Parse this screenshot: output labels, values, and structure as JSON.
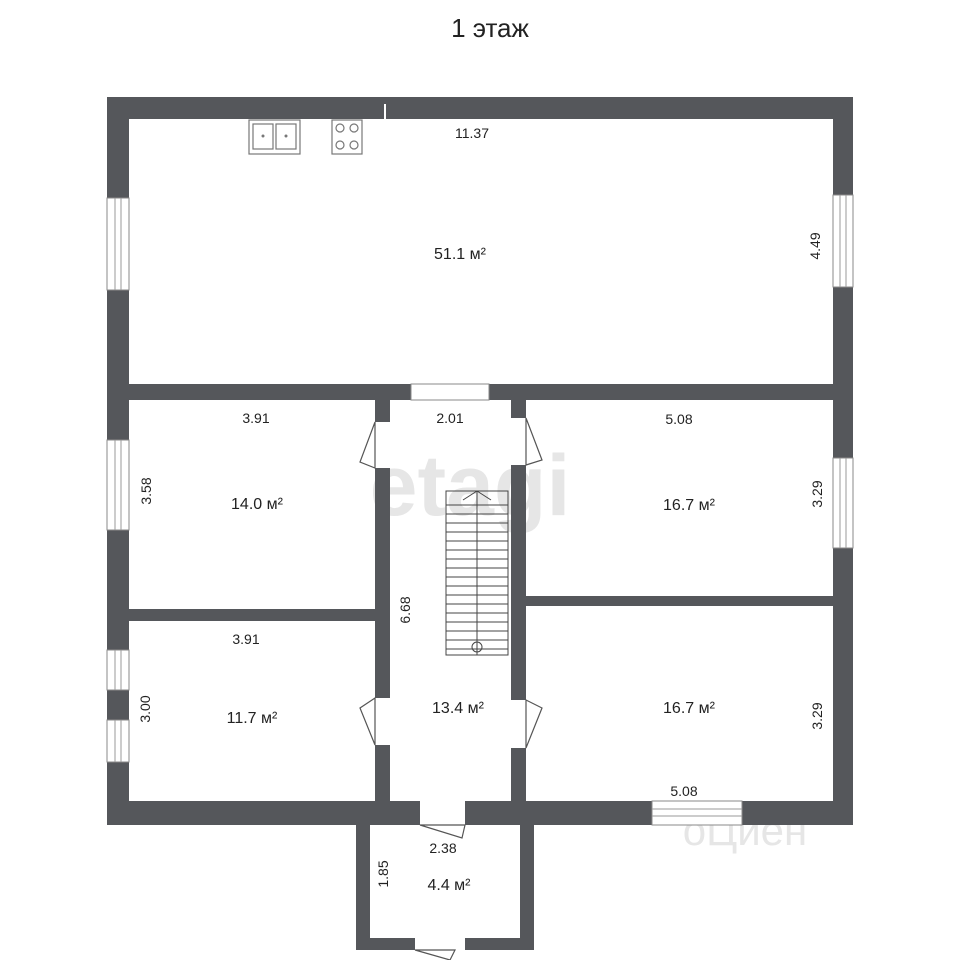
{
  "title": "1 этаж",
  "watermark": "etagi",
  "watermark2": "оЦиен",
  "rooms": [
    {
      "id": "living",
      "area": "51.1 м²",
      "dim_w": "11.37",
      "dim_h": "4.49"
    },
    {
      "id": "room-nw",
      "area": "14.0 м²",
      "dim_w": "3.91",
      "dim_h": "3.58"
    },
    {
      "id": "room-sw",
      "area": "11.7 м²",
      "dim_w": "3.91",
      "dim_h": "3.00"
    },
    {
      "id": "hall",
      "area": "13.4 м²",
      "dim_w": "2.01",
      "dim_h": "6.68"
    },
    {
      "id": "room-ne",
      "area": "16.7 м²",
      "dim_w": "5.08",
      "dim_h": "3.29"
    },
    {
      "id": "room-se",
      "area": "16.7 м²",
      "dim_w": "5.08",
      "dim_h": "3.29"
    },
    {
      "id": "vestibule",
      "area": "4.4 м²",
      "dim_w": "2.38",
      "dim_h": "1.85"
    }
  ],
  "colors": {
    "wall": "#55575b",
    "background": "#ffffff",
    "text": "#222222"
  }
}
